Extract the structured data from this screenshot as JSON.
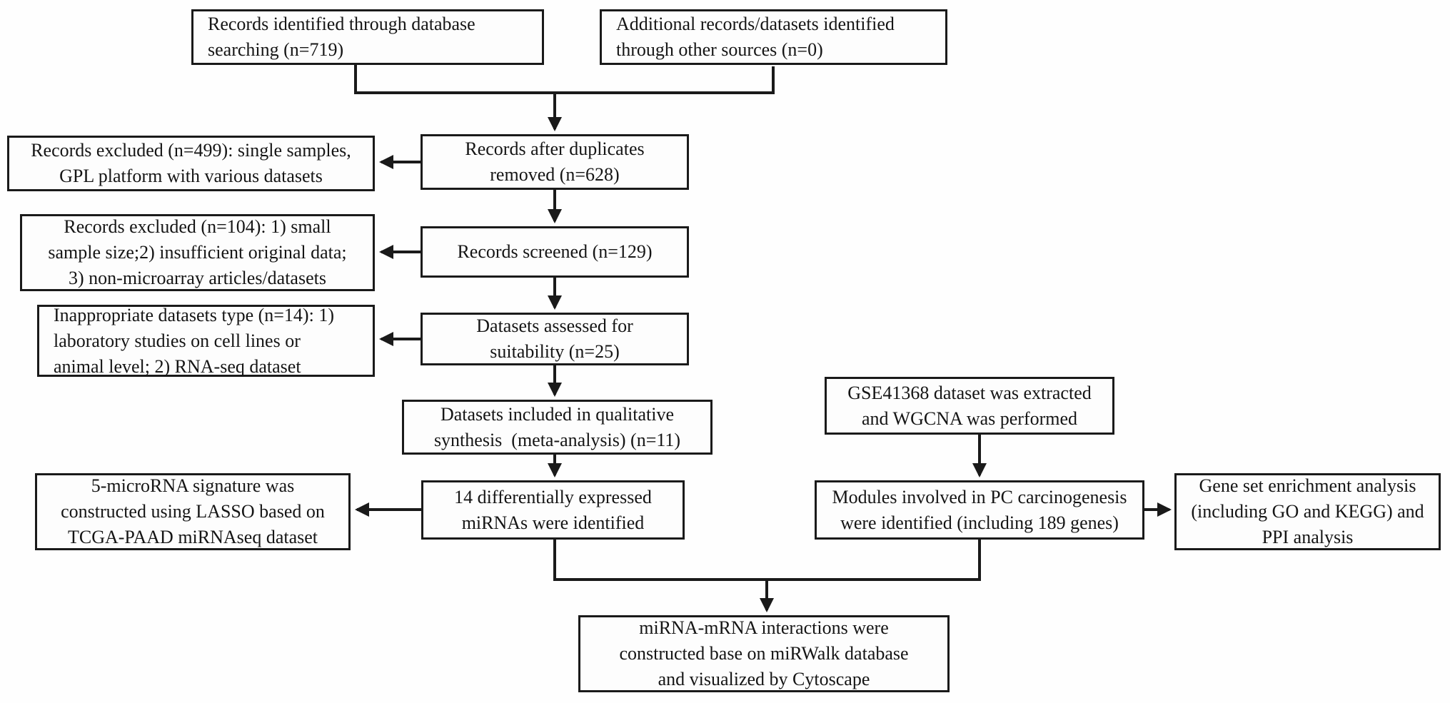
{
  "diagram": {
    "type": "flowchart",
    "background_color": "#fefefe",
    "line_color": "#1a1a1a",
    "nodes": {
      "records_identified": {
        "lines": [
          "Records identified through database",
          "searching (n=719)"
        ]
      },
      "additional_records": {
        "lines": [
          "Additional records/datasets identified",
          "through other sources (n=0)"
        ]
      },
      "duplicates_removed": {
        "lines": [
          "Records after duplicates",
          "removed (n=628)"
        ]
      },
      "excluded_single_samples": {
        "lines": [
          "Records excluded (n=499): single samples,",
          "GPL platform with various datasets"
        ]
      },
      "records_screened": {
        "lines": [
          "Records screened (n=129)"
        ]
      },
      "excluded_small_sample": {
        "lines": [
          "Records excluded (n=104): 1) small",
          "sample size;2) insufficient original data;",
          "3) non-microarray articles/datasets"
        ]
      },
      "datasets_assessed": {
        "lines": [
          "Datasets assessed for",
          "suitability (n=25)"
        ]
      },
      "inappropriate_datasets": {
        "lines": [
          "Inappropriate datasets type (n=14): 1)",
          "laboratory studies on cell lines or",
          "animal level; 2) RNA-seq dataset"
        ]
      },
      "qualitative_synthesis": {
        "lines": [
          "Datasets included in qualitative",
          "synthesis  (meta-analysis) (n=11)"
        ]
      },
      "degs_identified": {
        "lines": [
          "14 differentially expressed",
          "miRNAs were identified"
        ]
      },
      "lasso_signature": {
        "lines": [
          "5-microRNA signature was",
          "constructed using LASSO based on",
          "TCGA-PAAD miRNAseq dataset"
        ]
      },
      "wgcna": {
        "lines": [
          "GSE41368 dataset was extracted",
          "and WGCNA was performed"
        ]
      },
      "modules": {
        "lines": [
          "Modules involved in PC carcinogenesis",
          "were identified (including 189 genes)"
        ]
      },
      "enrichment": {
        "lines": [
          "Gene set enrichment analysis",
          "(including GO and KEGG) and",
          "PPI analysis"
        ]
      },
      "mirna_mrna_network": {
        "lines": [
          "miRNA-mRNA interactions were",
          "constructed base on miRWalk database",
          "and visualized by Cytoscape"
        ]
      }
    }
  }
}
